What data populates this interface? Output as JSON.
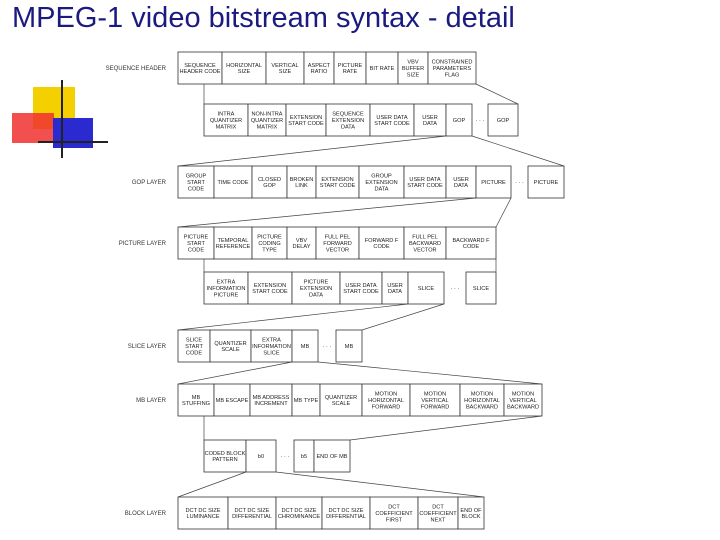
{
  "title": "MPEG-1 video bitstream syntax - detail",
  "colors": {
    "title": "#1a1a80",
    "deco_yellow": "#f5d000",
    "deco_red": "#f03030",
    "deco_blue": "#2a2ad0"
  },
  "rows": [
    {
      "layer": "SEQUENCE HEADER",
      "cells": [
        {
          "text": "SEQUENCE HEADER CODE"
        },
        {
          "text": "HORIZONTAL SIZE"
        },
        {
          "text": "VERTICAL SIZE"
        },
        {
          "text": "ASPECT RATIO"
        },
        {
          "text": "PICTURE RATE"
        },
        {
          "text": "BIT RATE"
        },
        {
          "text": "VBV BUFFER SIZE"
        },
        {
          "text": "CONSTRAINED PARAMETERS FLAG"
        }
      ]
    },
    {
      "layer": "",
      "cells": [
        {
          "text": "INTRA QUANTIZER MATRIX"
        },
        {
          "text": "NON-INTRA QUANTIZER MATRIX"
        },
        {
          "text": "EXTENSION START CODE"
        },
        {
          "text": "SEQUENCE EXTENSION DATA"
        },
        {
          "text": "USER DATA START CODE"
        },
        {
          "text": "USER DATA"
        },
        {
          "text": "GOP"
        },
        {
          "text": "· · ·",
          "ellipsis": true
        },
        {
          "text": "GOP"
        }
      ]
    },
    {
      "layer": "GOP LAYER",
      "cells": [
        {
          "text": "GROUP START CODE"
        },
        {
          "text": "TIME CODE"
        },
        {
          "text": "CLOSED GOP"
        },
        {
          "text": "BROKEN LINK"
        },
        {
          "text": "EXTENSION START CODE"
        },
        {
          "text": "GROUP EXTENSION DATA"
        },
        {
          "text": "USER DATA START CODE"
        },
        {
          "text": "USER DATA"
        },
        {
          "text": "PICTURE"
        },
        {
          "text": "· · ·",
          "ellipsis": true
        },
        {
          "text": "PICTURE"
        }
      ]
    },
    {
      "layer": "PICTURE LAYER",
      "cells": [
        {
          "text": "PICTURE START CODE"
        },
        {
          "text": "TEMPORAL REFERENCE"
        },
        {
          "text": "PICTURE CODING TYPE"
        },
        {
          "text": "VBV DELAY"
        },
        {
          "text": "FULL PEL FORWARD VECTOR"
        },
        {
          "text": "FORWARD F CODE"
        },
        {
          "text": "FULL PEL BACKWARD VECTOR"
        },
        {
          "text": "BACKWARD F CODE"
        }
      ]
    },
    {
      "layer": "",
      "cells": [
        {
          "text": "EXTRA INFORMATION PICTURE"
        },
        {
          "text": "EXTENSION START CODE"
        },
        {
          "text": "PICTURE EXTENSION DATA"
        },
        {
          "text": "USER DATA START CODE"
        },
        {
          "text": "USER DATA"
        },
        {
          "text": "SLICE"
        },
        {
          "text": "· · ·",
          "ellipsis": true
        },
        {
          "text": "SLICE"
        }
      ]
    },
    {
      "layer": "SLICE LAYER",
      "cells": [
        {
          "text": "SLICE START CODE"
        },
        {
          "text": "QUANTIZER SCALE"
        },
        {
          "text": "EXTRA INFORMATION SLICE"
        },
        {
          "text": "MB"
        },
        {
          "text": "· · ·",
          "ellipsis": true
        },
        {
          "text": "MB"
        }
      ]
    },
    {
      "layer": "MB LAYER",
      "cells": [
        {
          "text": "MB STUFFING"
        },
        {
          "text": "MB ESCAPE"
        },
        {
          "text": "MB ADDRESS INCREMENT"
        },
        {
          "text": "MB TYPE"
        },
        {
          "text": "QUANTIZER SCALE"
        },
        {
          "text": "MOTION HORIZONTAL FORWARD"
        },
        {
          "text": "MOTION VERTICAL FORWARD"
        },
        {
          "text": "MOTION HORIZONTAL BACKWARD"
        },
        {
          "text": "MOTION VERTICAL BACKWARD"
        }
      ]
    },
    {
      "layer": "",
      "cells": [
        {
          "text": "CODED BLOCK PATTERN"
        },
        {
          "text": "b0"
        },
        {
          "text": "· · ·",
          "ellipsis": true
        },
        {
          "text": "b5"
        },
        {
          "text": "END OF MB"
        }
      ]
    },
    {
      "layer": "BLOCK LAYER",
      "cells": [
        {
          "text": "DCT DC SIZE LUMINANCE"
        },
        {
          "text": "DCT DC SIZE DIFFERENTIAL"
        },
        {
          "text": "DCT DC SIZE CHROMINANCE"
        },
        {
          "text": "DCT DC SIZE DIFFERENTIAL"
        },
        {
          "text": "DCT COEFFICIENT FIRST"
        },
        {
          "text": "DCT COEFFICIENT NEXT"
        },
        {
          "text": "END OF BLOCK"
        }
      ]
    }
  ]
}
